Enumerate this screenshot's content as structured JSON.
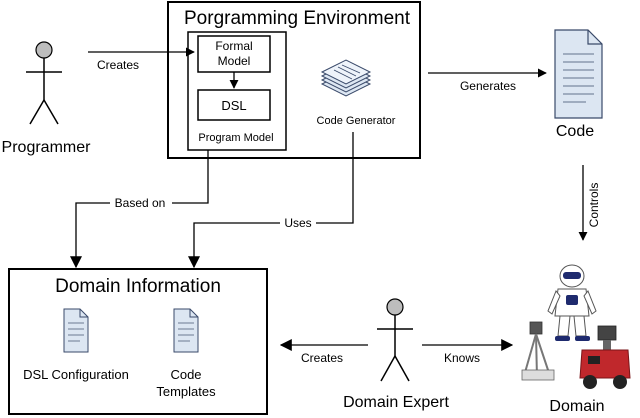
{
  "programming_environment": {
    "title": "Porgramming Environment",
    "formal_model_line1": "Formal",
    "formal_model_line2": "Model",
    "dsl": "DSL",
    "program_model": "Program Model",
    "code_generator": "Code Generator"
  },
  "programmer": {
    "label": "Programmer"
  },
  "code": {
    "label": "Code"
  },
  "domain_information": {
    "title": "Domain Information",
    "dsl_configuration": "DSL Configuration",
    "code_templates_line1": "Code",
    "code_templates_line2": "Templates"
  },
  "domain_expert": {
    "label": "Domain Expert"
  },
  "domain": {
    "label": "Domain"
  },
  "edges": {
    "creates_top": "Creates",
    "generates": "Generates",
    "controls": "Controls",
    "based_on": "Based on",
    "uses": "Uses",
    "creates_bottom": "Creates",
    "knows": "Knows"
  },
  "colors": {
    "document_fill": "#dce6f2",
    "document_stroke": "#3a4a6a",
    "actor_head": "#bdbdbd",
    "robot_body": "#ffffff",
    "robot_accent": "#1e2a6e",
    "robot_red": "#c0282c"
  },
  "icons": [
    "stick-figure-icon",
    "document-icon",
    "document-stack-icon",
    "humanoid-robot-icon",
    "mobile-robot-icon"
  ]
}
